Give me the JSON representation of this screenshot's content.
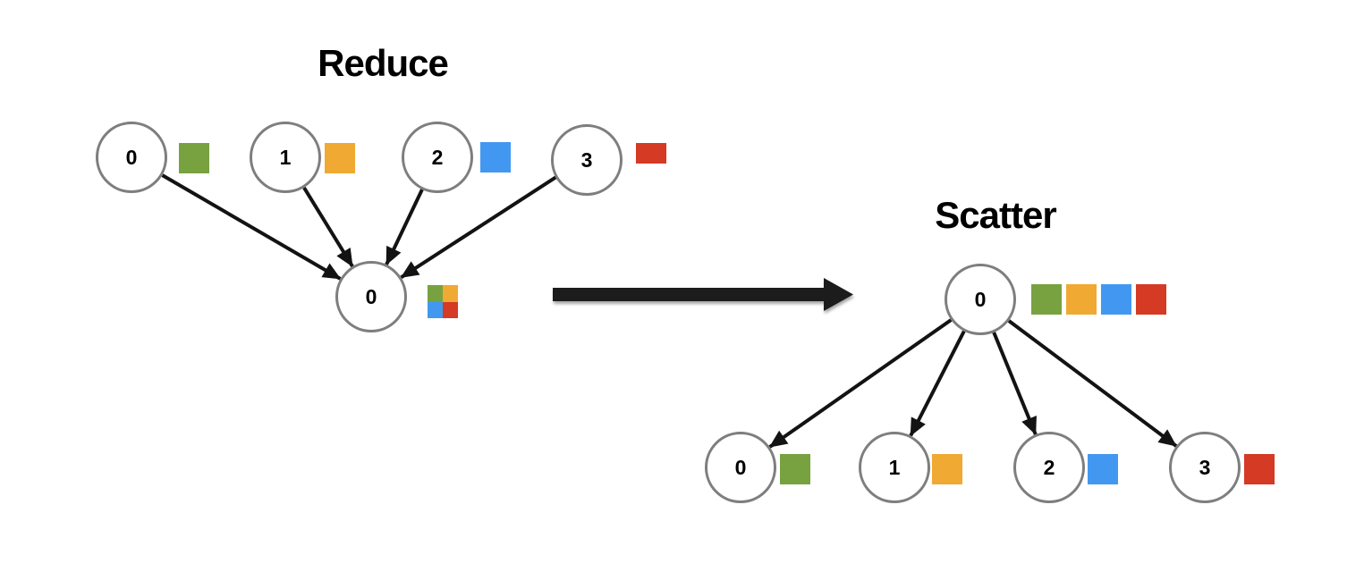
{
  "colors": {
    "green": "#77A23F",
    "orange": "#F0A932",
    "blue": "#4298F0",
    "red": "#D43A24",
    "node_border": "#7E7E7E",
    "arrow": "#131313"
  },
  "reduce": {
    "title": "Reduce",
    "sources": [
      {
        "label": "0",
        "color": "green"
      },
      {
        "label": "1",
        "color": "orange"
      },
      {
        "label": "2",
        "color": "blue"
      },
      {
        "label": "3",
        "color": "red"
      }
    ],
    "root": {
      "label": "0",
      "buffer": [
        "green",
        "orange",
        "blue",
        "red"
      ]
    }
  },
  "scatter": {
    "title": "Scatter",
    "root": {
      "label": "0",
      "buffer": [
        "green",
        "orange",
        "blue",
        "red"
      ]
    },
    "targets": [
      {
        "label": "0",
        "color": "green"
      },
      {
        "label": "1",
        "color": "orange"
      },
      {
        "label": "2",
        "color": "blue"
      },
      {
        "label": "3",
        "color": "red"
      }
    ]
  }
}
